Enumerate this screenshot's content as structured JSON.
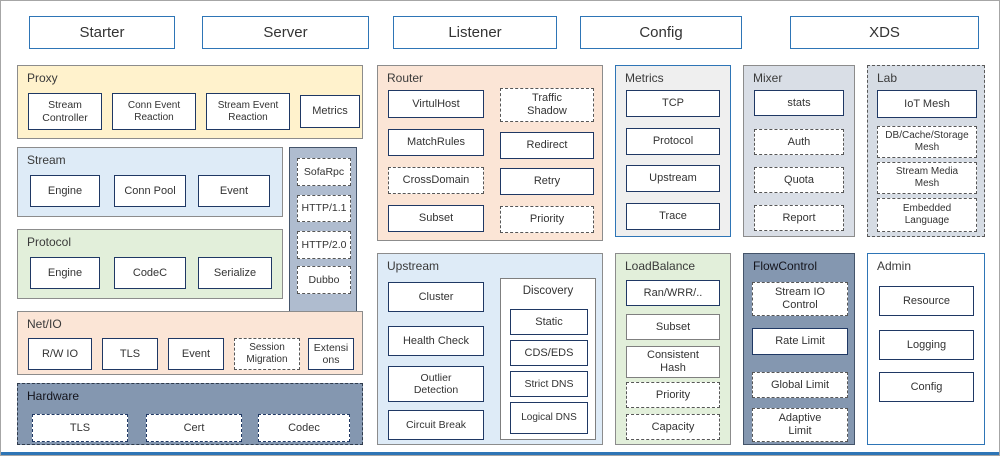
{
  "top_modules": {
    "starter": "Starter",
    "server": "Server",
    "listener": "Listener",
    "config": "Config",
    "xds": "XDS"
  },
  "sections": {
    "proxy": {
      "title": "Proxy",
      "items": [
        "Stream Controller",
        "Conn Event Reaction",
        "Stream Event Reaction",
        "Metrics"
      ]
    },
    "stream": {
      "title": "Stream",
      "items": [
        "Engine",
        "Conn Pool",
        "Event"
      ]
    },
    "rpc_panel": {
      "items": [
        "SofaRpc",
        "HTTP/1.1",
        "HTTP/2.0",
        "Dubbo"
      ]
    },
    "protocol": {
      "title": "Protocol",
      "items": [
        "Engine",
        "CodeC",
        "Serialize"
      ]
    },
    "netio": {
      "title": "Net/IO",
      "items": [
        "R/W IO",
        "TLS",
        "Event",
        "Session Migration",
        "Extensions"
      ]
    },
    "hardware": {
      "title": "Hardware",
      "items": [
        "TLS",
        "Cert",
        "Codec"
      ]
    },
    "router": {
      "title": "Router",
      "left_items": [
        "VirtulHost",
        "MatchRules",
        "CrossDomain",
        "Subset"
      ],
      "right_items": [
        "Traffic Shadow",
        "Redirect",
        "Retry",
        "Priority"
      ]
    },
    "upstream": {
      "title": "Upstream",
      "items": [
        "Cluster",
        "Health Check",
        "Outlier Detection",
        "Circuit Break"
      ],
      "discovery": {
        "title": "Discovery",
        "items": [
          "Static",
          "CDS/EDS",
          "Strict DNS",
          "Logical DNS"
        ]
      }
    },
    "metrics": {
      "title": "Metrics",
      "items": [
        "TCP",
        "Protocol",
        "Upstream",
        "Trace"
      ]
    },
    "loadbalance": {
      "title": "LoadBalance",
      "items": [
        "Ran/WRR/..",
        "Subset",
        "Consistent Hash",
        "Priority",
        "Capacity"
      ]
    },
    "mixer": {
      "title": "Mixer",
      "items": [
        "stats",
        "Auth",
        "Quota",
        "Report"
      ]
    },
    "flowcontrol": {
      "title": "FlowControl",
      "items": [
        "Stream IO Control",
        "Rate Limit",
        "Global Limit",
        "Adaptive Limit"
      ]
    },
    "lab": {
      "title": "Lab",
      "items": [
        "IoT Mesh",
        "DB/Cache/Storage Mesh",
        "Stream Media Mesh",
        "Embedded Language"
      ]
    },
    "admin": {
      "title": "Admin",
      "items": [
        "Resource",
        "Logging",
        "Config"
      ]
    }
  },
  "colors": {
    "accent_blue": "#2E75B6",
    "navy_box_border": "#1F3864",
    "proxy_bg": "#FFF2CC",
    "stream_bg": "#DEEBF7",
    "protocol_bg": "#E2EFDA",
    "netio_bg": "#FBE5D6",
    "hardware_bg": "#8497B0",
    "rpc_panel_bg": "#AFBCCF",
    "router_bg": "#FBE5D6",
    "upstream_bg": "#DEEBF7",
    "metrics_bg": "#EFEFEF",
    "loadbalance_bg": "#E2EFDA",
    "mixer_bg": "#D9DEE6",
    "flowcontrol_bg": "#8497B0",
    "lab_bg": "#D6DCE4"
  }
}
